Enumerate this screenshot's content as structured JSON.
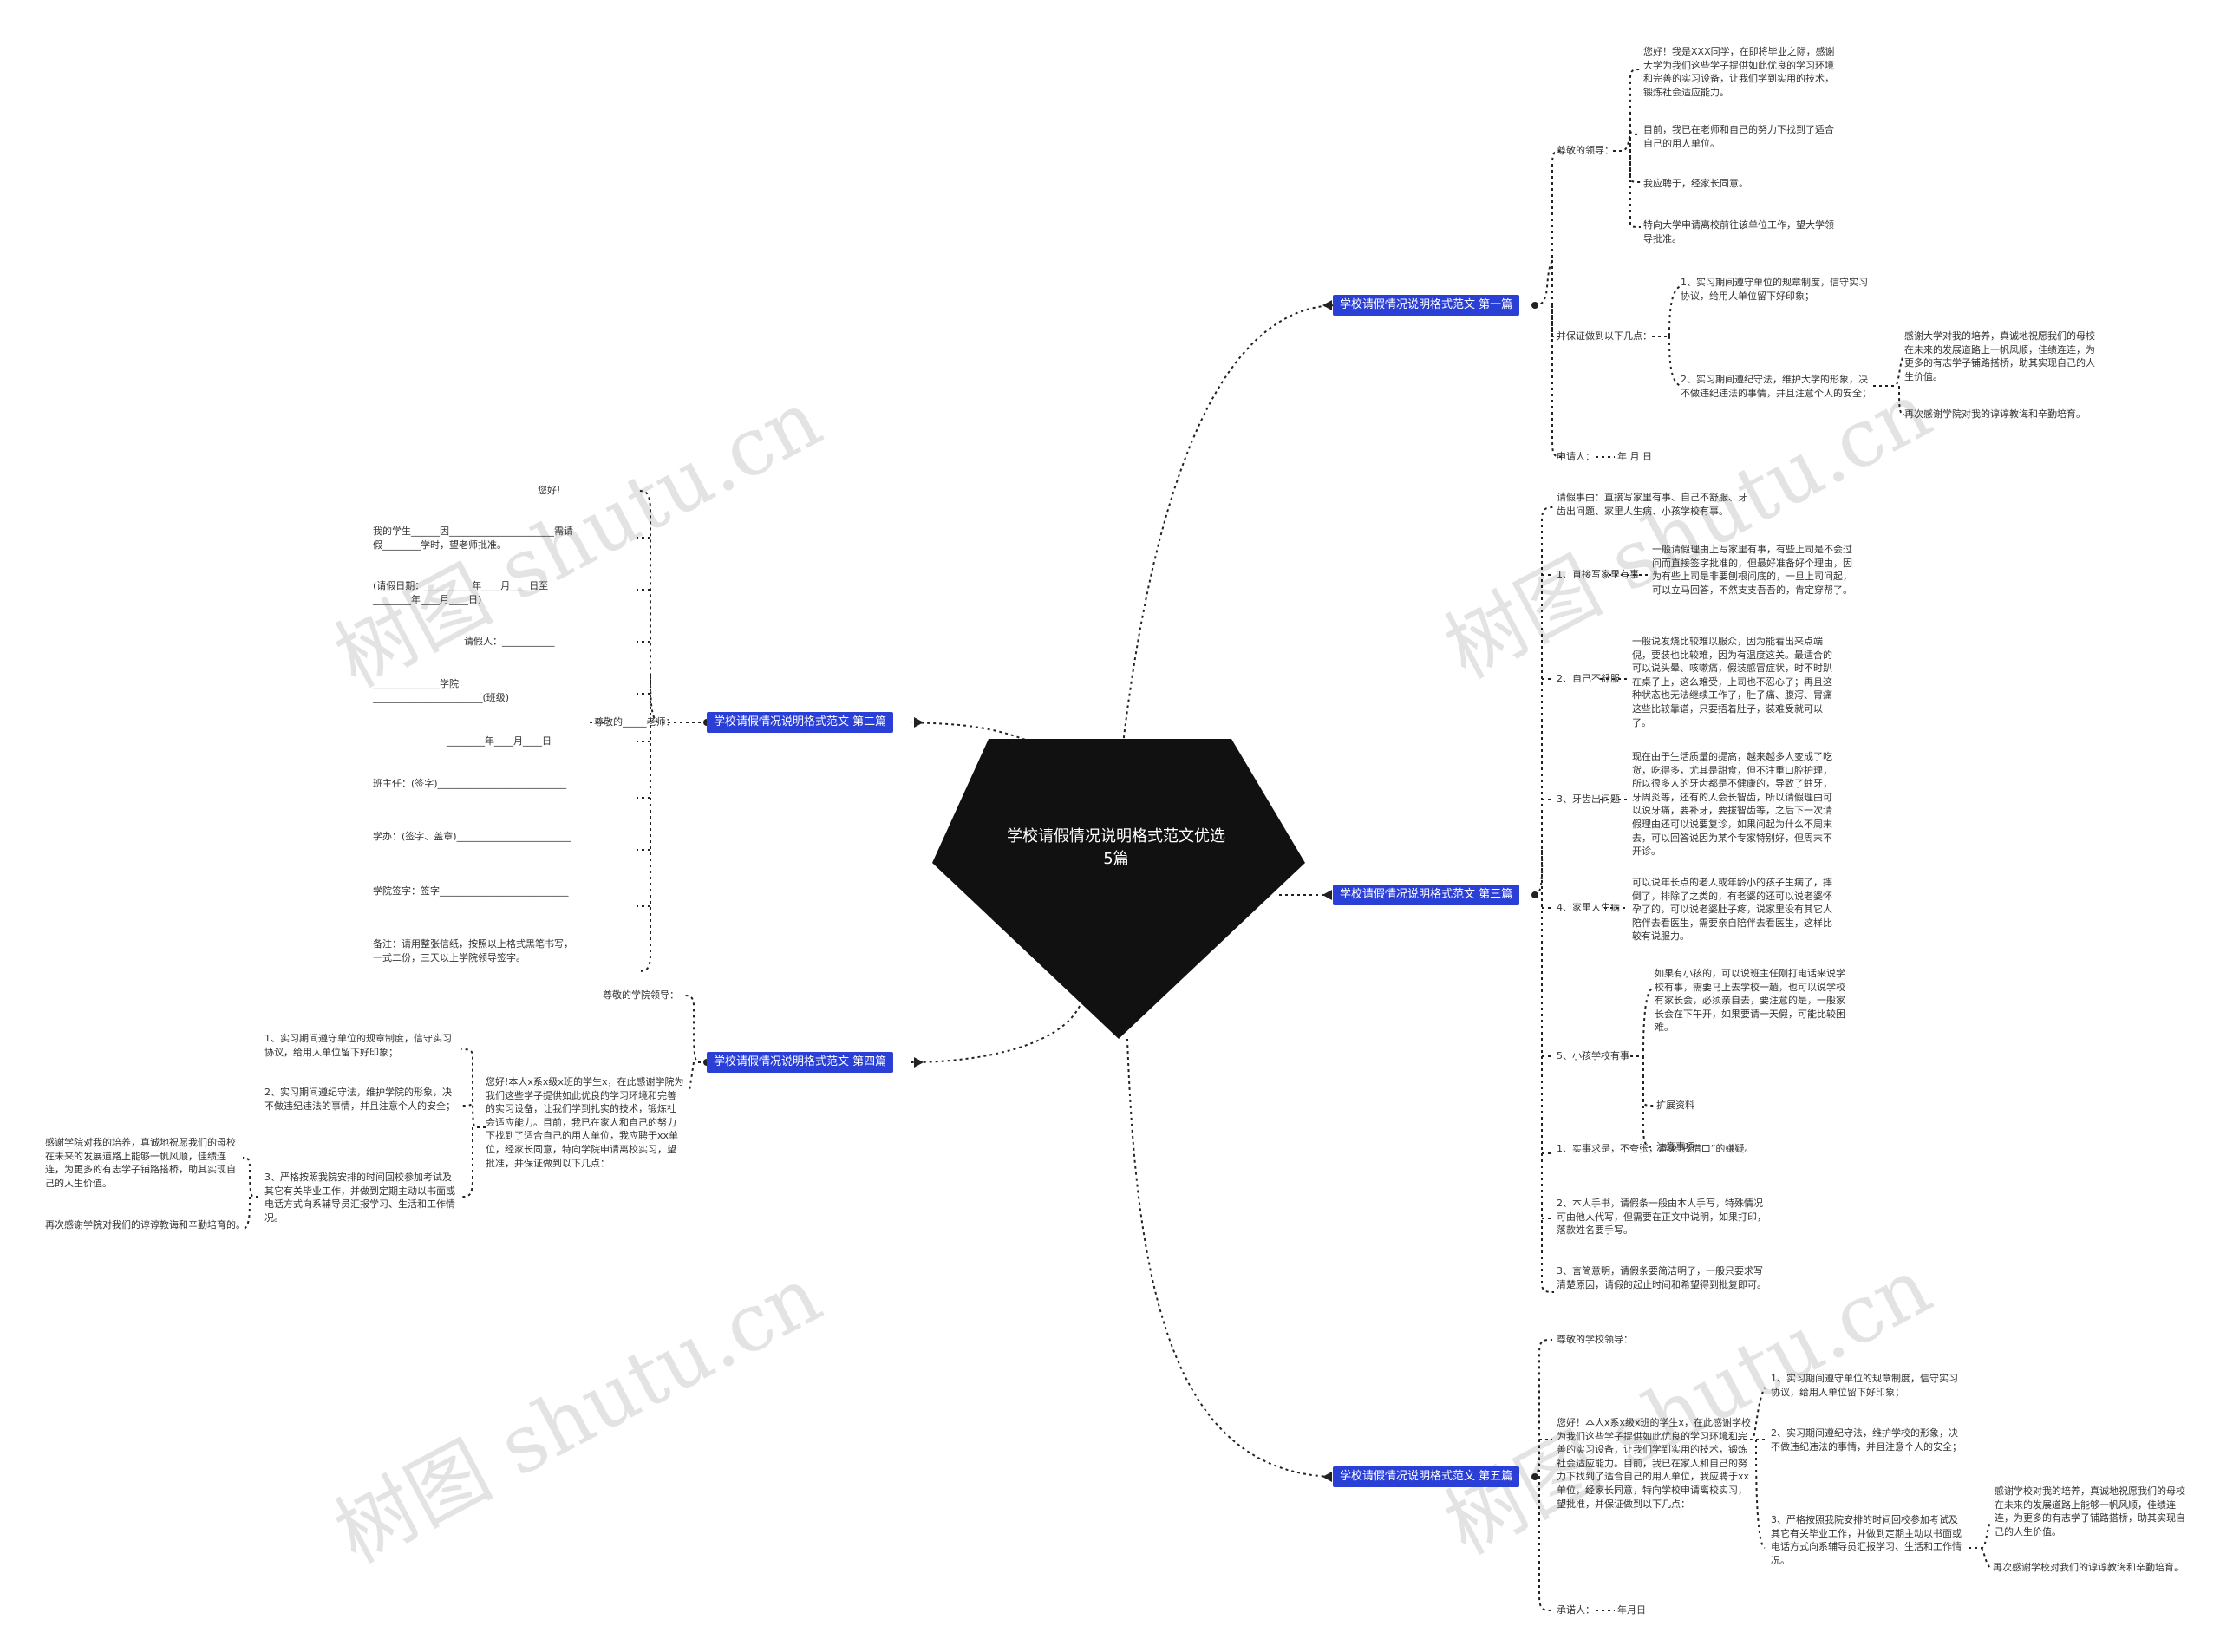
{
  "root": "学校请假情况说明格式范文优选5篇",
  "watermark": "树图 shutu.cn",
  "colors": {
    "branch": "#2a3fd6",
    "root": "#111111",
    "line": "#222222"
  },
  "b1": {
    "title": "学校请假情况说明格式范文 第一篇",
    "greet": "尊敬的领导：",
    "g1": "您好！我是XXX同学，在即将毕业之际，感谢大学为我们这些学子提供如此优良的学习环境和完善的实习设备，让我们学到实用的技术，锻炼社会适应能力。",
    "g2": "目前，我已在老师和自己的努力下找到了适合自己的用人单位。",
    "g3": "我应聘于，经家长同意。",
    "g4": "特向大学申请离校前往该单位工作，望大学领导批准。",
    "guar": "并保证做到以下几点：",
    "p1": "1、实习期间遵守单位的规章制度，信守实习协议，给用人单位留下好印象；",
    "p2": "2、实习期间遵纪守法，维护大学的形象，决不做违纪违法的事情，并且注意个人的安全；",
    "p3": "感谢大学对我的培养，真诚地祝愿我们的母校在未来的发展道路上一帆风顺，佳绩连连，为更多的有志学子铺路搭桥，助其实现自己的人生价值。",
    "p4": "再次感谢学院对我的谆谆教诲和辛勤培育。",
    "sig": "申请人：",
    "date": "年 月 日"
  },
  "b2": {
    "title": "学校请假情况说明格式范文 第二篇",
    "head": "尊敬的_____老师：",
    "n1": "您好!",
    "n2": "我的学生______因______________________需请假________学时，望老师批准。",
    "n3": "(请假日期：__________年____月____日至________年____月____日)",
    "n4": "请假人：___________",
    "n5": "______________学院 _______________________(班级)",
    "n6": "________年____月____日",
    "n7": "班主任：(签字)___________________________",
    "n8": "学办：(签字、盖章)________________________",
    "n9": "学院签字：签字___________________________",
    "n10": "备注：请用整张信纸，按照以上格式黑笔书写，一式二份，三天以上学院领导签字。"
  },
  "b3": {
    "title": "学校请假情况说明格式范文 第三篇",
    "intro": "请假事由：直接写家里有事、自己不舒服、牙齿出问题、家里人生病、小孩学校有事。",
    "r1": "1、直接写家里有事",
    "r1d": "一般请假理由上写家里有事，有些上司是不会过问而直接签字批准的，但最好准备好个理由，因为有些上司是非要刨根问底的，一旦上司问起，可以立马回答，不然支支吾吾的，肯定穿帮了。",
    "r2": "2、自己不舒服",
    "r2d": "一般说发烧比较难以服众，因为能看出来点端倪，要装也比较难，因为有温度这关。最适合的可以说头晕、咳嗽痛，假装感冒症状，时不时趴在桌子上，这么难受，上司也不忍心了；再且这种状态也无法继续工作了，肚子痛、腹泻、胃痛这些比较靠谱，只要捂着肚子，装难受就可以了。",
    "r3": "3、牙齿出问题",
    "r3d": "现在由于生活质量的提高，越来越多人变成了吃货，吃得多，尤其是甜食，但不注重口腔护理，所以很多人的牙齿都是不健康的，导致了蛀牙，牙周炎等，还有的人会长智齿，所以请假理由可以说牙痛，要补牙，要拔智齿等，之后下一次请假理由还可以说要复诊，如果问起为什么不周末去，可以回答说因为某个专家特别好，但周末不开诊。",
    "r4": "4、家里人生病",
    "r4d": "可以说年长点的老人或年龄小的孩子生病了，摔倒了，排除了之类的，有老婆的还可以说老婆怀孕了的，可以说老婆肚子疼，说家里没有其它人陪伴去看医生，需要亲自陪伴去看医生，这样比较有说服力。",
    "r5": "5、小孩学校有事",
    "r5d": "如果有小孩的，可以说班主任刚打电话来说学校有事，需要马上去学校一趟，也可以说学校有家长会，必须亲自去，要注意的是，一般家长会在下午开，如果要请一天假，可能比较困难。",
    "r5a": "扩展资料",
    "r5b": "注意事项",
    "t1": "1、实事求是，不夸张，避免“找借口”的嫌疑。",
    "t2": "2、本人手书，请假条一般由本人手写，特殊情况可由他人代写，但需要在正文中说明，如果打印，落款姓名要手写。",
    "t3": "3、言简意明，请假条要简洁明了，一般只要求写清楚原因，请假的起止时间和希望得到批复即可。"
  },
  "b4": {
    "title": "学校请假情况说明格式范文 第四篇",
    "greet": "尊敬的学院领导：",
    "body": "您好!本人x系x级x班的学生x，在此感谢学院为我们这些学子提供如此优良的学习环境和完善的实习设备，让我们学到扎实的技术，锻炼社会适应能力。目前，我已在家人和自己的努力下找到了适合自己的用人单位，我应聘于xx单位，经家长同意，特向学院申请离校实习，望批准，并保证做到以下几点：",
    "p1": "1、实习期间遵守单位的规章制度，信守实习协议，给用人单位留下好印象；",
    "p2": "2、实习期间遵纪守法，维护学院的形象，决不做违纪违法的事情，并且注意个人的安全；",
    "p3": "3、严格按照我院安排的时间回校参加考试及其它有关毕业工作，并做到定期主动以书面或电话方式向系辅导员汇报学习、生活和工作情况。",
    "p4": "感谢学院对我的培养，真诚地祝愿我们的母校在未来的发展道路上能够一帆风顺，佳绩连连，为更多的有志学子铺路搭桥，助其实现自己的人生价值。",
    "p5": "再次感谢学院对我们的谆谆教诲和辛勤培育的。"
  },
  "b5": {
    "title": "学校请假情况说明格式范文 第五篇",
    "greet": "尊敬的学校领导：",
    "body": "您好！本人x系x级x班的学生x，在此感谢学校为我们这些学子提供如此优良的学习环境和完善的实习设备，让我们学到实用的技术，锻炼社会适应能力。目前，我已在家人和自己的努力下找到了适合自己的用人单位，我应聘于xx单位，经家长同意，特向学校申请离校实习，望批准，并保证做到以下几点：",
    "p1": "1、实习期间遵守单位的规章制度，信守实习协议，给用人单位留下好印象；",
    "p2": "2、实习期间遵纪守法，维护学校的形象，决不做违纪违法的事情，并且注意个人的安全；",
    "p3": "3、严格按照我院安排的时间回校参加考试及其它有关毕业工作，并做到定期主动以书面或电话方式向系辅导员汇报学习、生活和工作情况。",
    "p4": "感谢学校对我的培养，真诚地祝愿我们的母校在未来的发展道路上能够一帆风顺，佳绩连连，为更多的有志学子铺路搭桥，助其实现自己的人生价值。",
    "p5": "再次感谢学校对我们的谆谆教诲和辛勤培育。",
    "sig": "承诺人：",
    "date": "年月日"
  }
}
